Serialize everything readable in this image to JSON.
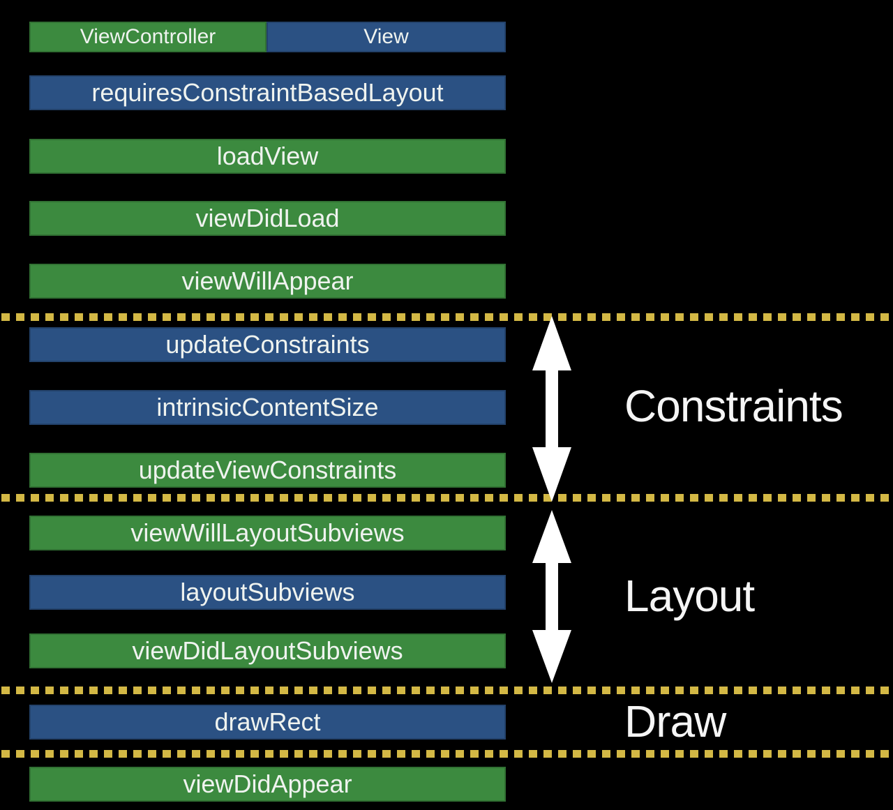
{
  "legend": {
    "viewcontroller_label": "ViewController",
    "view_label": "View"
  },
  "methods": [
    {
      "label": "requiresConstraintBasedLayout",
      "owner": "View"
    },
    {
      "label": "loadView",
      "owner": "ViewController"
    },
    {
      "label": "viewDidLoad",
      "owner": "ViewController"
    },
    {
      "label": "viewWillAppear",
      "owner": "ViewController"
    },
    {
      "label": "updateConstraints",
      "owner": "View"
    },
    {
      "label": "intrinsicContentSize",
      "owner": "View"
    },
    {
      "label": "updateViewConstraints",
      "owner": "ViewController"
    },
    {
      "label": "viewWillLayoutSubviews",
      "owner": "ViewController"
    },
    {
      "label": "layoutSubviews",
      "owner": "View"
    },
    {
      "label": "viewDidLayoutSubviews",
      "owner": "ViewController"
    },
    {
      "label": "drawRect",
      "owner": "View"
    },
    {
      "label": "viewDidAppear",
      "owner": "ViewController"
    }
  ],
  "phases": [
    {
      "label": "Constraints"
    },
    {
      "label": "Layout"
    },
    {
      "label": "Draw"
    }
  ],
  "colors": {
    "viewcontroller_green": "#3c8a3f",
    "view_blue": "#2b5183",
    "divider_yellow": "#d3b845",
    "background": "#000000",
    "bar_text": "#eff3ef",
    "phase_text": "#f5f5f5",
    "arrow_white": "#ffffff"
  }
}
